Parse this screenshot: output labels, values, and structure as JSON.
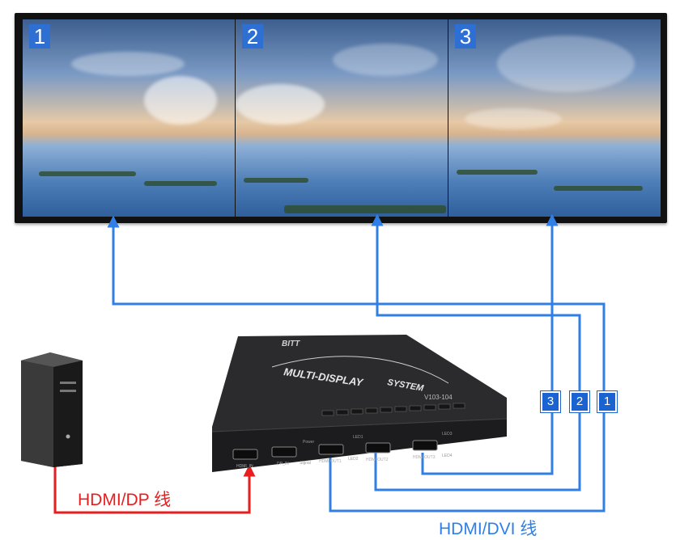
{
  "screens": [
    "1",
    "2",
    "3"
  ],
  "output_tags": [
    "3",
    "2",
    "1"
  ],
  "labels": {
    "input_cable": "HDMI/DP 线",
    "output_cable": "HDMI/DVI 线"
  },
  "device": {
    "brand": "BITT",
    "title_line1": "MULTI-DISPLAY",
    "title_line2": "SYSTEM",
    "model": "V103-104",
    "leds": [
      "Power",
      "LED1",
      "LED3",
      "Signal",
      "LED2",
      "LED4"
    ],
    "ports": [
      "HDMI_IN",
      "DP_IN",
      "HDMI OUT1",
      "HDMI OUT2",
      "HDMI OUT3"
    ]
  },
  "colors": {
    "input_line": "#e81e1e",
    "output_line": "#2f7fe6",
    "tag_fill": "#1a63d1"
  }
}
